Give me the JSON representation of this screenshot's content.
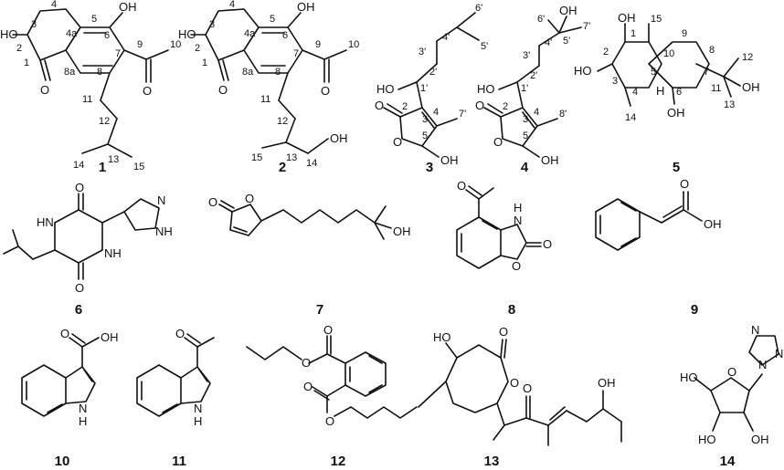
{
  "compounds": [
    {
      "label": "1",
      "atoms": {
        "ho": "HO",
        "o1": "O",
        "oh6": "OH",
        "o9": "O"
      },
      "numbers": [
        "1",
        "2",
        "3",
        "4",
        "4a",
        "5",
        "6",
        "7",
        "8",
        "8a",
        "9",
        "10",
        "11",
        "12",
        "13",
        "14",
        "15"
      ]
    },
    {
      "label": "2",
      "atoms": {
        "ho": "HO",
        "o1": "O",
        "oh6": "OH",
        "o9": "O",
        "oh14": "OH"
      },
      "numbers": [
        "1",
        "2",
        "3",
        "4",
        "4a",
        "5",
        "6",
        "7",
        "8",
        "8a",
        "9",
        "10",
        "11",
        "12",
        "13",
        "14",
        "15"
      ]
    },
    {
      "label": "3",
      "atoms": {
        "ho": "HO",
        "o2": "O",
        "o": "O",
        "oh": "OH"
      },
      "numbers": [
        "1'",
        "2'",
        "3'",
        "4'",
        "5'",
        "6'",
        "7'",
        "2",
        "3",
        "4",
        "5"
      ]
    },
    {
      "label": "4",
      "atoms": {
        "ho": "HO",
        "o2": "O",
        "o": "O",
        "oh": "OH",
        "oh5p": "OH"
      },
      "numbers": [
        "1'",
        "2'",
        "3'",
        "4'",
        "5'",
        "6'",
        "7'",
        "8'",
        "2",
        "3",
        "4",
        "5"
      ]
    },
    {
      "label": "5",
      "atoms": {
        "oh1": "OH",
        "ho3": "HO",
        "oh6": "OH",
        "oh11": "OH",
        "h5": "H"
      },
      "numbers": [
        "1",
        "2",
        "3",
        "4",
        "5",
        "6",
        "7",
        "8",
        "9",
        "10",
        "11",
        "12",
        "13",
        "14",
        "15"
      ]
    },
    {
      "label": "6",
      "atoms": {
        "o_top": "O",
        "o_bot": "O",
        "hn_top": "HN",
        "nh_bot": "NH",
        "n_im": "N",
        "nh_im": "NH"
      }
    },
    {
      "label": "7",
      "atoms": {
        "o_ring": "O",
        "o_c": "O",
        "oh": "OH"
      }
    },
    {
      "label": "8",
      "atoms": {
        "o_ac": "O",
        "h_n": "H",
        "n": "N",
        "o_ring": "O",
        "o_c": "O"
      }
    },
    {
      "label": "9",
      "atoms": {
        "o": "O",
        "oh": "OH"
      }
    },
    {
      "label": "10",
      "atoms": {
        "o": "O",
        "oh": "OH",
        "n": "N",
        "h": "H"
      }
    },
    {
      "label": "11",
      "atoms": {
        "o": "O",
        "n": "N",
        "h": "H"
      }
    },
    {
      "label": "12",
      "atoms": {
        "o1": "O",
        "o2": "O",
        "o3": "O",
        "o4": "O"
      }
    },
    {
      "label": "13",
      "atoms": {
        "ho": "HO",
        "o_c": "O",
        "o_r": "O",
        "o_k": "O",
        "oh": "OH"
      }
    },
    {
      "label": "14",
      "atoms": {
        "ho": "HO",
        "o": "O",
        "ho2": "HO",
        "oh": "OH",
        "n1": "N",
        "n2": "N",
        "n3": "N"
      }
    }
  ]
}
